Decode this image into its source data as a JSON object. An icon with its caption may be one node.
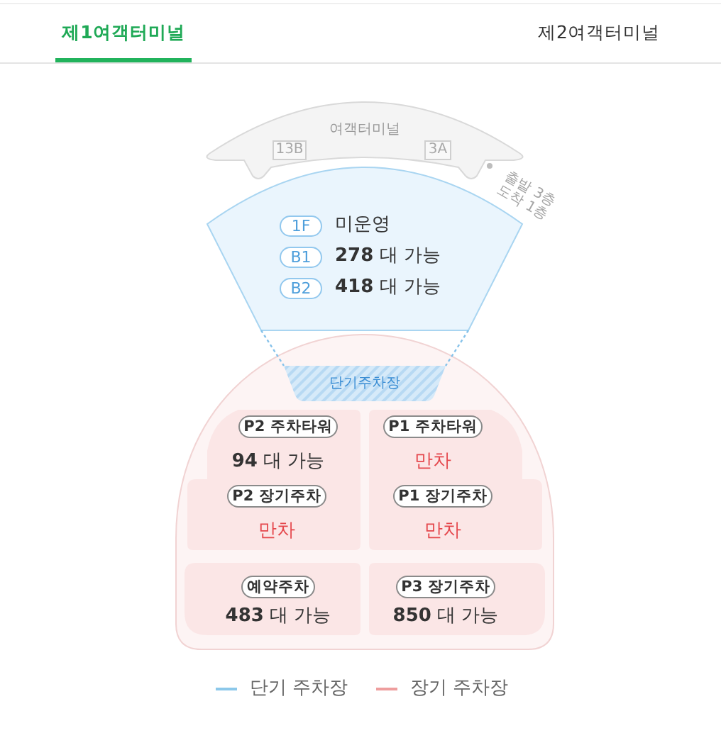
{
  "diagram": {
    "nodes": [
      {
        "text": [
          "여객터미널"
        ],
        "beside": [
          "출발 3층 도착 1층"
        ]
      },
      {
        "text": [
          "13B"
        ],
        "in": 0
      },
      {
        "text": [
          "3A"
        ],
        "in": 0
      },
      {
        "text": [],
        "shape": "sector"
      },
      {
        "text": [
          "1F"
        ],
        "in": 3,
        "beside": [
          "미운영"
        ]
      },
      {
        "text": [
          "B1"
        ],
        "in": 3,
        "beside": [
          "**278** 대 가능"
        ]
      },
      {
        "text": [
          "B2"
        ],
        "in": 3,
        "beside": [
          "**418** 대 가능"
        ]
      },
      {
        "text": [],
        "shape": "dome"
      },
      {
        "text": [
          "단기주차장"
        ],
        "in": 7
      },
      {
        "text": [],
        "shape": "box",
        "in": 7
      },
      {
        "text": [
          "P2 주차타워"
        ],
        "in": 9,
        "beside": [
          "**94** 대 가능"
        ]
      },
      {
        "text": [
          "P2 장기주차"
        ],
        "in": 9,
        "beside": [
          "만차"
        ]
      },
      {
        "text": [],
        "shape": "box",
        "in": 7
      },
      {
        "text": [
          "P1 주차타워"
        ],
        "in": 12,
        "beside": [
          "만차"
        ]
      },
      {
        "text": [
          "P1 장기주차"
        ],
        "in": 12,
        "beside": [
          "만차"
        ]
      },
      {
        "text": [],
        "shape": "box",
        "in": 7
      },
      {
        "text": [
          "예약주차"
        ],
        "in": 15,
        "beside": [
          "**483** 대 가능"
        ]
      },
      {
        "text": [],
        "shape": "box",
        "in": 7
      },
      {
        "text": [
          "P3 장기주차"
        ],
        "in": 17,
        "beside": [
          "**850** 대 가능"
        ]
      }
    ],
    "edges": [
      {
        "from": 3,
        "to": 8,
        "arrow": "none",
        "style": "dashed"
      },
      {
        "from": 3,
        "to": 8,
        "arrow": "none",
        "style": "dashed"
      }
    ],
    "labels": [
      "제1여객터미널",
      "제2여객터미널"
    ],
    "legend": [
      {
        "text": "단기 주차장",
        "color": "#8cc8ea"
      },
      {
        "text": "장기 주차장",
        "color": "#ee9e9e"
      }
    ]
  }
}
